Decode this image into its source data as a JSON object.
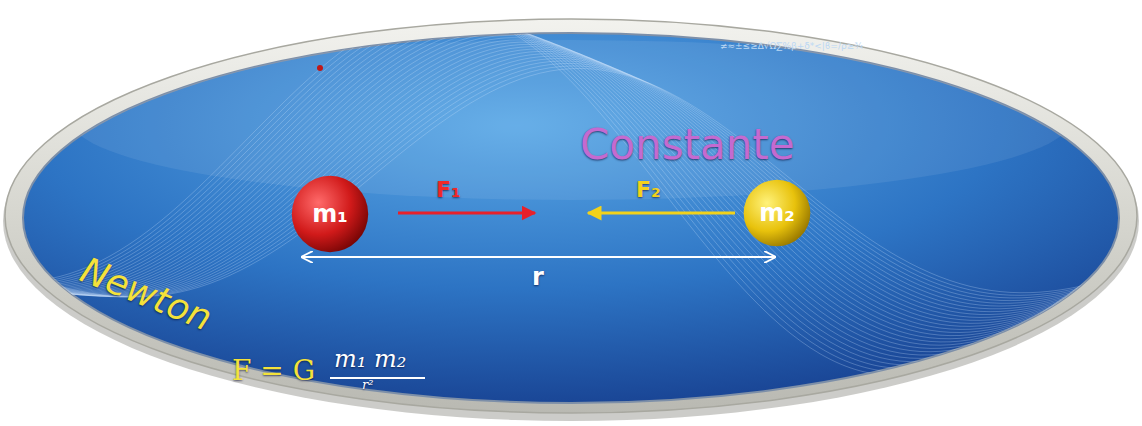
{
  "diagram": {
    "nodes": [
      {
        "text": [
          "m₁"
        ]
      },
      {
        "text": [
          "m₂"
        ]
      }
    ],
    "labels": [
      "Constante",
      "Newton",
      "F₁",
      "F₂",
      "r",
      "F = G",
      "m₁ m₂",
      "r²",
      "≠≈±≤≥∆√Ω∑%β+δ*<|ϐ=/ρ≥¾"
    ]
  }
}
